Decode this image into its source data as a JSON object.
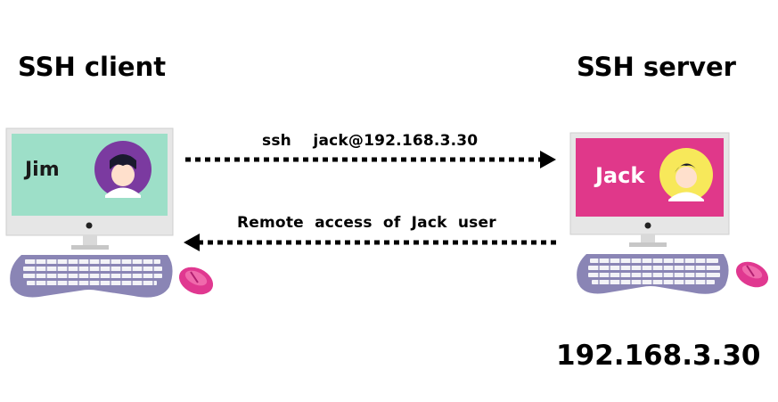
{
  "client": {
    "heading": "SSH client",
    "user": "Jim",
    "screen_color": "#9ddfc8",
    "avatar_bg": "#7b3aa0"
  },
  "server": {
    "heading": "SSH server",
    "user": "Jack",
    "ip": "192.168.3.30",
    "screen_color": "#e0388a",
    "avatar_bg": "#f7e85a"
  },
  "arrows": {
    "request_label": "ssh    jack@192.168.3.30",
    "response_label": "Remote  access  of  Jack  user"
  },
  "colors": {
    "monitor_frame": "#e6e6e6",
    "keyboard": "#8a85b5",
    "mouse": "#e03890",
    "arrow": "#000000"
  }
}
